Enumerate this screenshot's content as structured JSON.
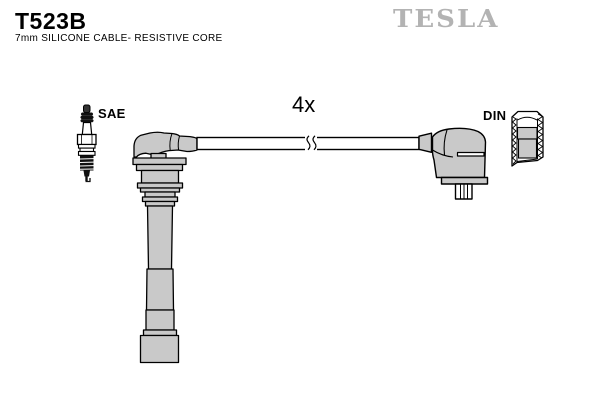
{
  "header": {
    "part_number": "T523B",
    "description": "7mm SILICONE CABLE- RESISTIVE CORE",
    "brand_logo": "TESLA"
  },
  "diagram": {
    "quantity_label": "4x",
    "sae_label": "SAE",
    "din_label": "DIN"
  },
  "colors": {
    "brand_gray": "#b3b3b3",
    "part_fill_gray": "#c9c9c9",
    "outline_black": "#000000",
    "background": "#ffffff"
  }
}
